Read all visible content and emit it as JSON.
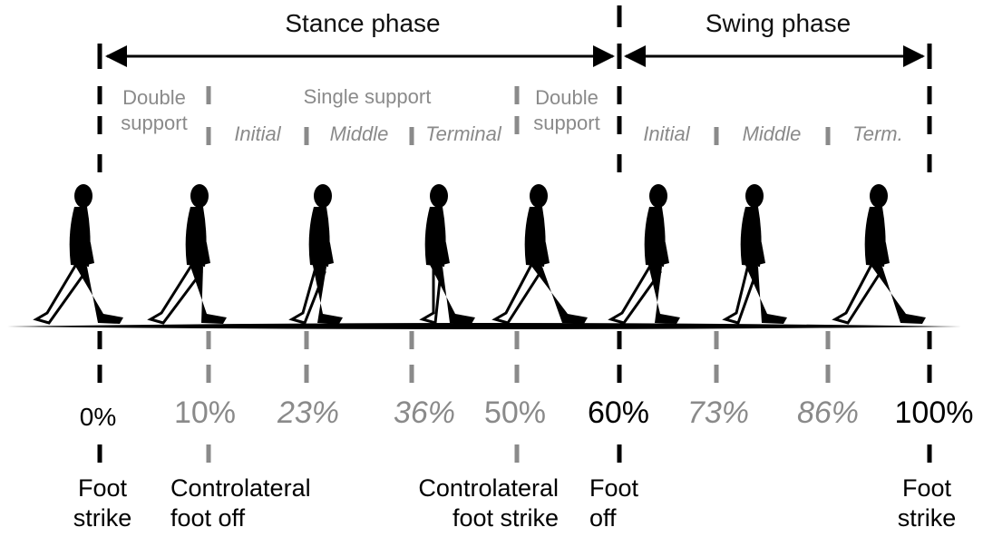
{
  "phases": {
    "stance": "Stance phase",
    "swing": "Swing phase"
  },
  "subphases": {
    "double_support_1": [
      "Double",
      "support"
    ],
    "single_support": "Single support",
    "initial_stance": "Initial",
    "middle_stance": "Middle",
    "terminal_stance": "Terminal",
    "double_support_2": [
      "Double",
      "support"
    ],
    "initial_swing": "Initial",
    "middle_swing": "Middle",
    "terminal_swing": "Term."
  },
  "percentages": [
    "0%",
    "10%",
    "23%",
    "36%",
    "50%",
    "60%",
    "73%",
    "86%",
    "100%"
  ],
  "events": {
    "foot_strike_start": [
      "Foot",
      "strike"
    ],
    "controlateral_foot_off": [
      "Controlateral",
      "foot off"
    ],
    "controlateral_foot_strike": [
      "Controlateral",
      "foot strike"
    ],
    "foot_off": [
      "Foot",
      "off"
    ],
    "foot_strike_end": [
      "Foot",
      "strike"
    ]
  },
  "colors": {
    "black": "#000000",
    "gray": "#8a8a8a"
  }
}
